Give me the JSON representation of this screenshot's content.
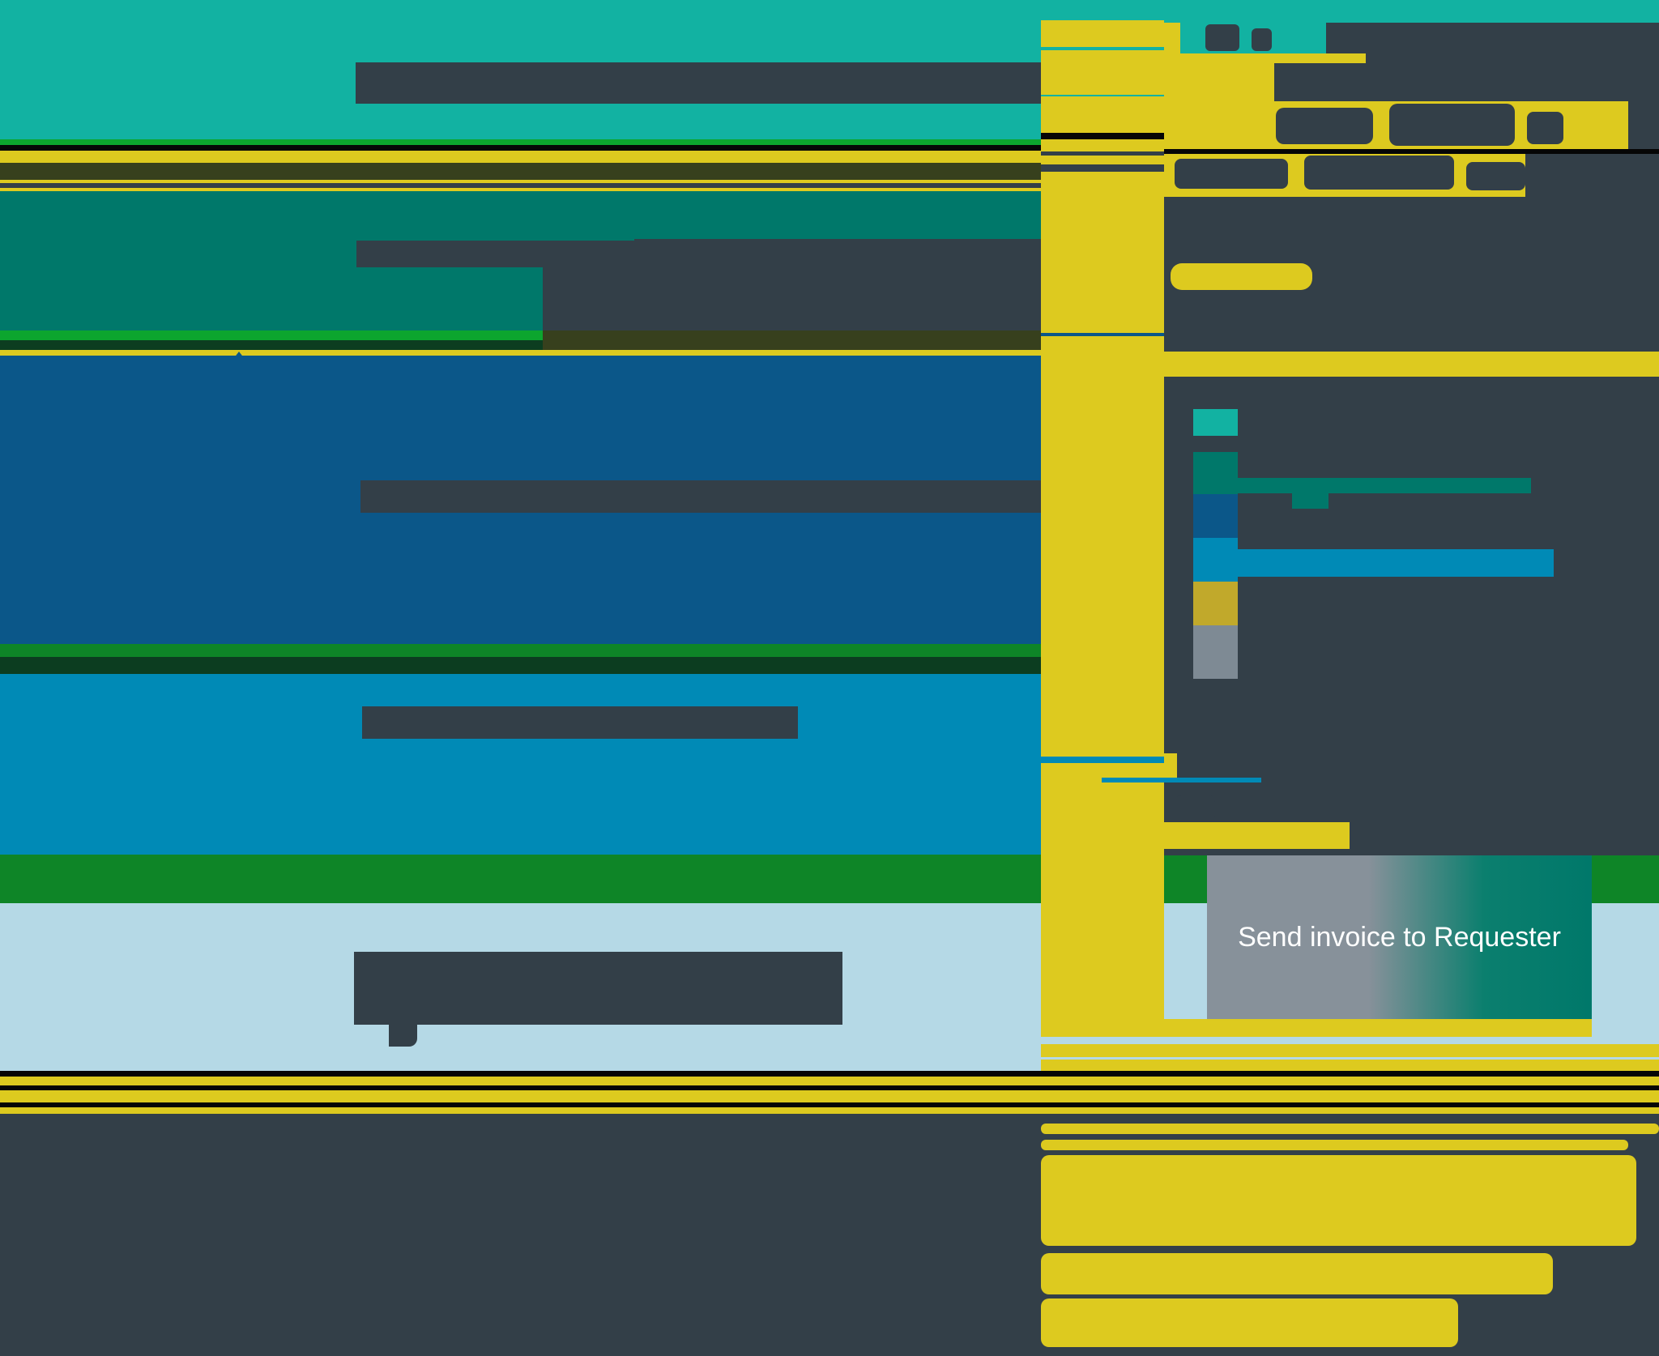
{
  "diagram": {
    "type": "redacted-process-flow-swimlanes",
    "callout": {
      "label": "Send invoice to Requester"
    },
    "legend": {
      "swatches": [
        {
          "name": "teal",
          "color": "#12b2a2"
        },
        {
          "name": "dark-green",
          "color": "#00786a"
        },
        {
          "name": "dark-blue",
          "color": "#0b5789"
        },
        {
          "name": "light-blue",
          "color": "#008ab6"
        },
        {
          "name": "olive-yellow",
          "color": "#c1a92b"
        },
        {
          "name": "gray",
          "color": "#7e8a94"
        }
      ]
    },
    "palette": {
      "teal": "#12b2a2",
      "dark_teal": "#00786a",
      "green": "#0e8527",
      "bright_green": "#0ca52e",
      "dark_green": "#0c3d20",
      "olive": "#37401d",
      "yellow": "#ddca1f",
      "legend_yellow": "#c1a92b",
      "dark_blue": "#0b5789",
      "light_blue": "#008ab6",
      "pale_blue": "#b5d9e6",
      "slate_redaction": "#333f48",
      "gray": "#7e8a94",
      "black": "#060606",
      "callout_text": "#ffffff"
    }
  }
}
